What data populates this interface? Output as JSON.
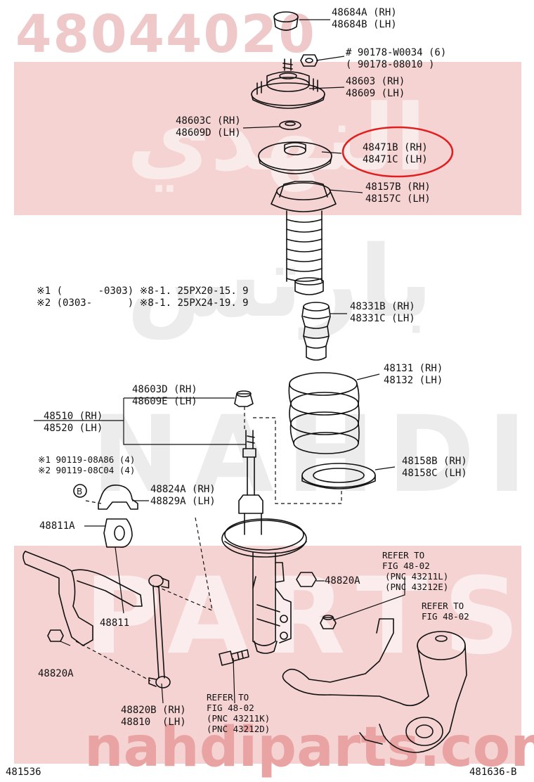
{
  "watermarks": {
    "part_number": "48044020",
    "arabic_top": "النهدي",
    "arabic_mid": "بارتس",
    "brand_nahdi": "NAHDI",
    "brand_parts": "PARTS",
    "site": "nahdiparts.com"
  },
  "highlight_color": "#e0201e",
  "labels": {
    "p48684": [
      "48684A (RH)",
      "48684B (LH)"
    ],
    "p90178": [
      "# 90178-W0034 (6)",
      "( 90178-08010 )"
    ],
    "p48603": [
      "48603 (RH)",
      "48609 (LH)"
    ],
    "p48603c": [
      "48603C (RH)",
      "48609D (LH)"
    ],
    "p48471": [
      "48471B (RH)",
      "48471C (LH)"
    ],
    "p48157": [
      "48157B (RH)",
      "48157C (LH)"
    ],
    "notes": [
      "※1 (      -0303) ※8-1. 25PX20-15. 9",
      "※2 (0303-      ) ※8-1. 25PX24-19. 9"
    ],
    "p48331": [
      "48331B (RH)",
      "48331C (LH)"
    ],
    "p48131": [
      "48131 (RH)",
      "48132 (LH)"
    ],
    "p48603d": [
      "48603D (RH)",
      "48609E (LH)"
    ],
    "p48510": [
      "48510 (RH)",
      "48520 (LH)"
    ],
    "p48158": [
      "48158B (RH)",
      "48158C (LH)"
    ],
    "bolts_b": [
      "※1 90119-08A86 (4)",
      "※2 90119-08C04 (4)"
    ],
    "b_mark": "B",
    "p48824": [
      "48824A (RH)",
      "48829A (LH)"
    ],
    "p48811a": "48811A",
    "refer1": [
      "REFER TO",
      "FIG 48-02",
      "(PNC 43211L)",
      "(PNC 43212E)"
    ],
    "p48820a_r": "48820A",
    "refer2": [
      "REFER TO",
      "FIG 48-02"
    ],
    "p48811": "48811",
    "p48820a_l": "48820A",
    "p48820b": [
      "48820B (RH)",
      "48810  (LH)"
    ],
    "refer3": [
      "REFER TO",
      "FIG 48-02",
      "(PNC 43211K)",
      "(PNC 43212D)"
    ],
    "fig_left": "481536",
    "fig_right": "481636-B"
  }
}
